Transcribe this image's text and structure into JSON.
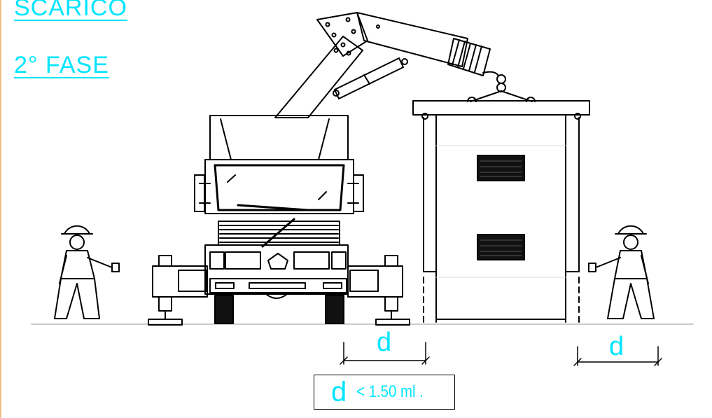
{
  "titles": {
    "line1": "SCARICO",
    "line2": "2° FASE"
  },
  "dimension": {
    "left_label": "d",
    "right_label": "d"
  },
  "note": {
    "symbol": "d",
    "text": "< 1.50 ml ."
  },
  "colors": {
    "annotation": "#00e5ff",
    "line": "#000000",
    "ground": "#cccccc"
  }
}
